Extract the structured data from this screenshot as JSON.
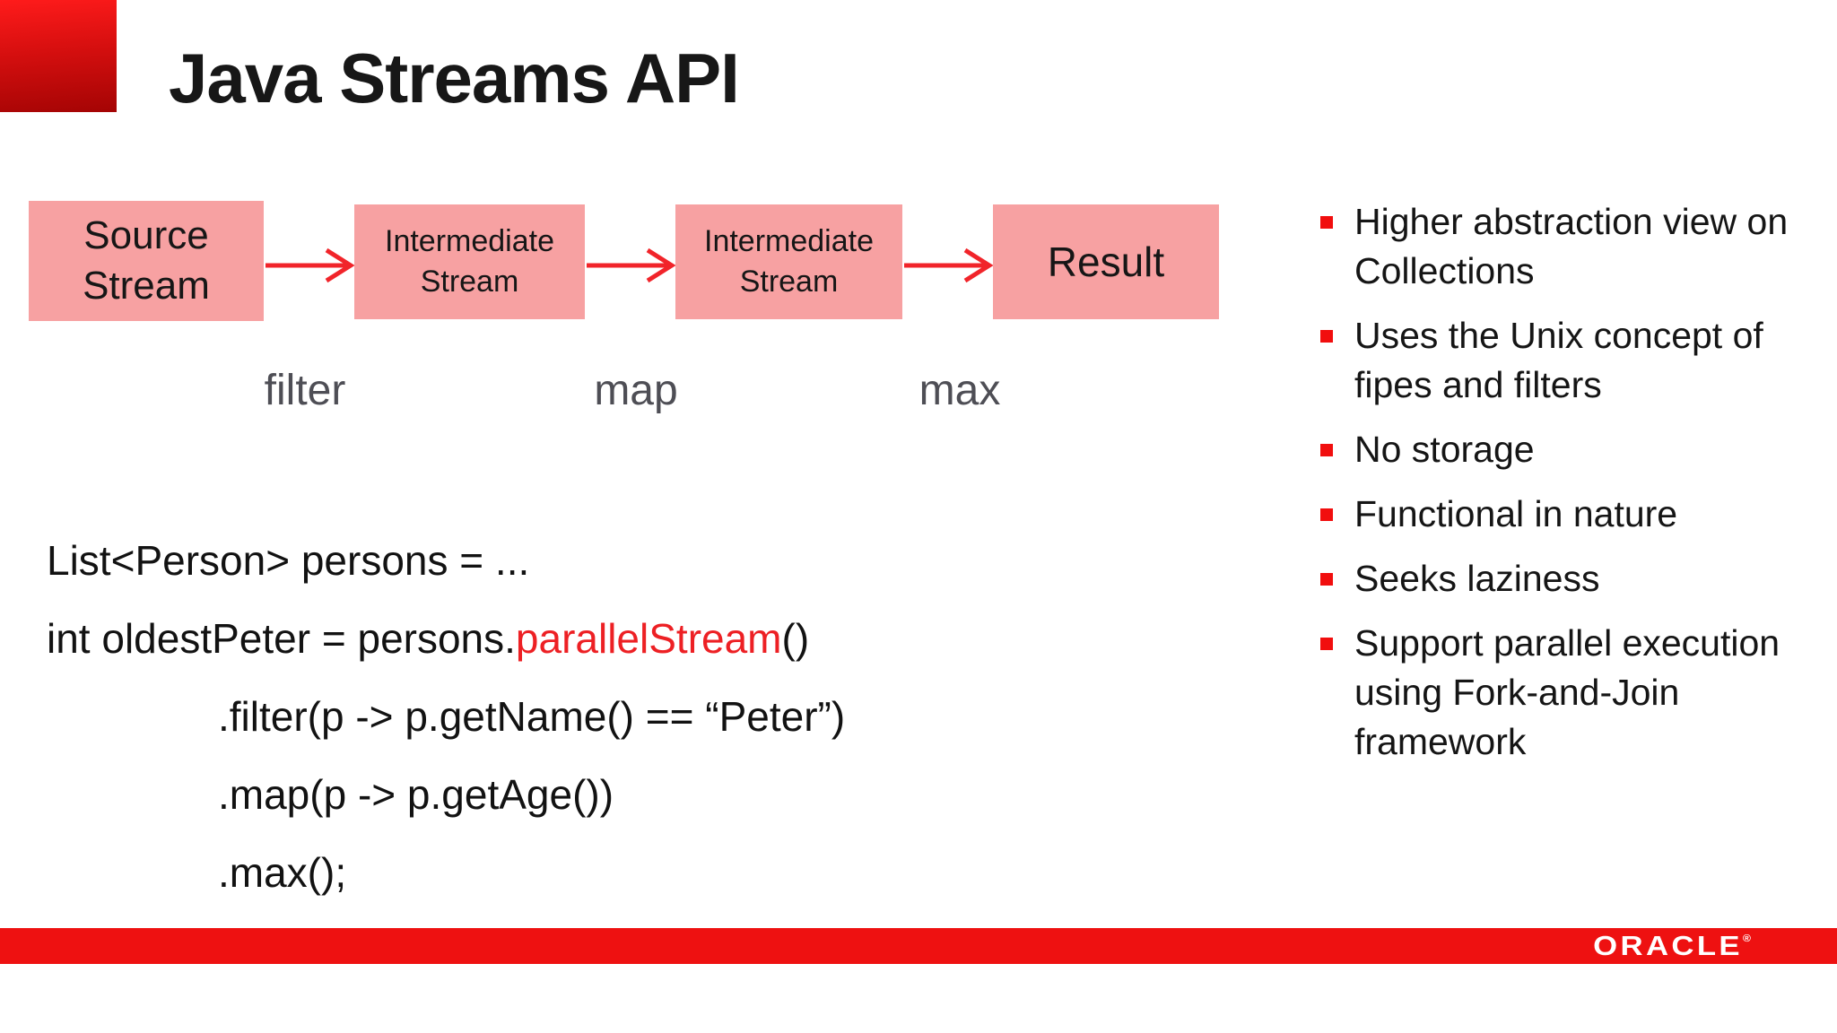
{
  "slide": {
    "title": "Java Streams API",
    "colors": {
      "footer_bar_red": "#EE1111",
      "box_pink": "#F7A1A2",
      "arrow_red": "#F1242A",
      "code_highlight_red": "#ED2024",
      "arrow_label_gray": "#4E4E55",
      "logo_gradient_top": "#FF1B1B",
      "logo_gradient_bottom": "#A40404"
    },
    "diagram": {
      "boxes": [
        {
          "label": "Source\nStream"
        },
        {
          "label": "Intermediate\nStream"
        },
        {
          "label": "Intermediate\nStream"
        },
        {
          "label": "Result"
        }
      ],
      "arrow_labels": [
        "filter",
        "map",
        "max"
      ]
    },
    "code": {
      "line1": "List<Person> persons = ...",
      "line2_pre": "int oldestPeter = persons.",
      "line2_highlight": "parallelStream",
      "line2_post": "()",
      "line3": ".filter(p -> p.getName() == “Peter”)",
      "line4": ".map(p -> p.getAge())",
      "line5": ".max();"
    },
    "bullets": [
      "Higher abstraction view on Collections",
      "Uses the Unix concept of fipes and filters",
      "No storage",
      "Functional in nature",
      "Seeks laziness",
      "Support parallel execution using Fork-and-Join framework"
    ],
    "footer": {
      "brand": "ORACLE",
      "registered_mark": "®"
    }
  }
}
